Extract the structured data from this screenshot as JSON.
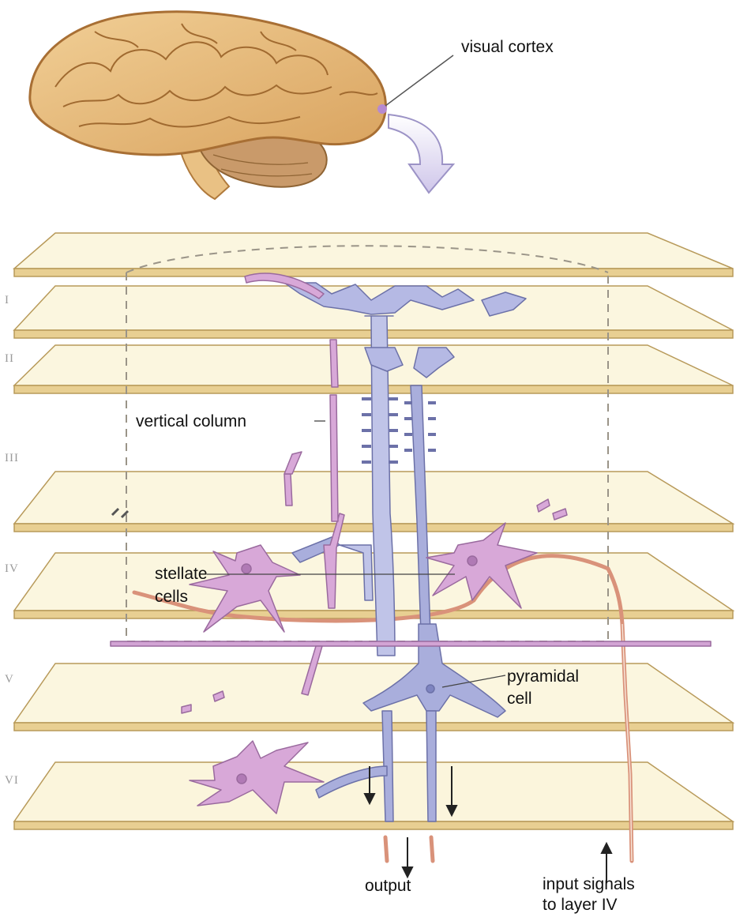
{
  "labels": {
    "visual_cortex": "visual cortex",
    "vertical_column": "vertical column",
    "stellate_line1": "stellate",
    "stellate_line2": "cells",
    "pyramidal_line1": "pyramidal",
    "pyramidal_line2": "cell",
    "output": "output",
    "input_line1": "input signals",
    "input_line2": "to layer IV"
  },
  "layers": [
    "I",
    "II",
    "III",
    "IV",
    "V",
    "VI"
  ],
  "colors": {
    "brain": "#e3b678",
    "brain_outline": "#b07a3c",
    "slab_top": "#fbf5dc",
    "slab_edge": "#e8cf92",
    "pyramidal_neuron": "#a9aedc",
    "stellate_neuron": "#d8a8d8",
    "input_fiber": "#d9927a",
    "arrow": "#ddd6f0"
  }
}
